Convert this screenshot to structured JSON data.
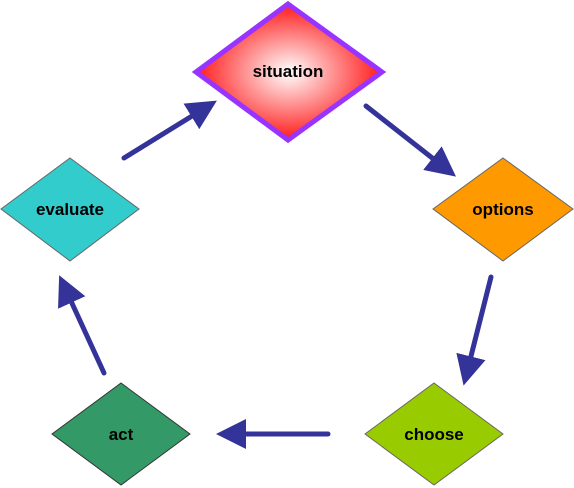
{
  "diagram": {
    "nodes": {
      "situation": {
        "label": "situation",
        "fill": "#ff1a1a",
        "highlight": "#ffffff",
        "stroke": "#9933ff"
      },
      "options": {
        "label": "options",
        "fill": "#ff9900",
        "stroke": "#666666"
      },
      "choose": {
        "label": "choose",
        "fill": "#99cc00",
        "stroke": "#666666"
      },
      "act": {
        "label": "act",
        "fill": "#339966",
        "stroke": "#333333"
      },
      "evaluate": {
        "label": "evaluate",
        "fill": "#33cccc",
        "stroke": "#666666"
      }
    },
    "arrow_color": "#333399",
    "cycle_order": [
      "situation",
      "options",
      "choose",
      "act",
      "evaluate"
    ]
  }
}
